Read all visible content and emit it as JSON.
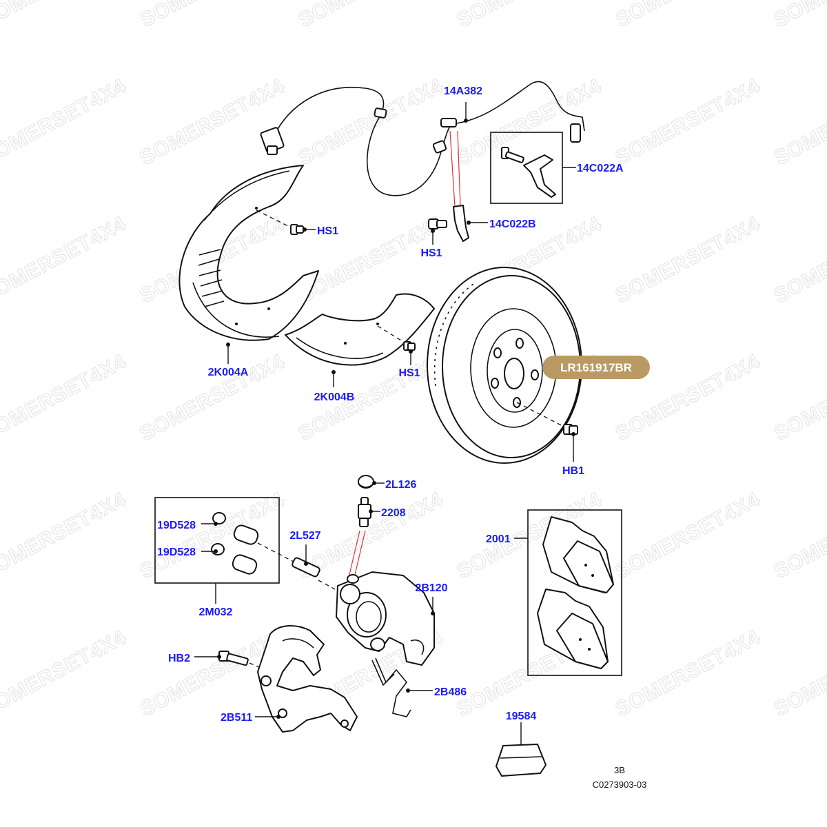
{
  "watermark": "SOMERSET4X4",
  "colors": {
    "label": "#1a1aff",
    "highlight_bg": "#b99a63",
    "highlight_text": "#ffffff",
    "ink": "#111111",
    "red_line": "#e0323a",
    "watermark": "#e6e6e6"
  },
  "callouts": {
    "c_14A382": "14A382",
    "c_14C022A": "14C022A",
    "c_14C022B": "14C022B",
    "c_HS1_a": "HS1",
    "c_HS1_b": "HS1",
    "c_HS1_c": "HS1",
    "c_2K004A": "2K004A",
    "c_2K004B": "2K004B",
    "c_HB1": "HB1",
    "c_2L126": "2L126",
    "c_2208": "2208",
    "c_19D528_a": "19D528",
    "c_19D528_b": "19D528",
    "c_2L527": "2L527",
    "c_2M032": "2M032",
    "c_2B120": "2B120",
    "c_2001": "2001",
    "c_HB2": "HB2",
    "c_2B486": "2B486",
    "c_2B511": "2B511",
    "c_19584": "19584"
  },
  "highlight_part": "LR161917BR",
  "figure_ref": {
    "page": "3B",
    "code": "C0273903-03"
  }
}
